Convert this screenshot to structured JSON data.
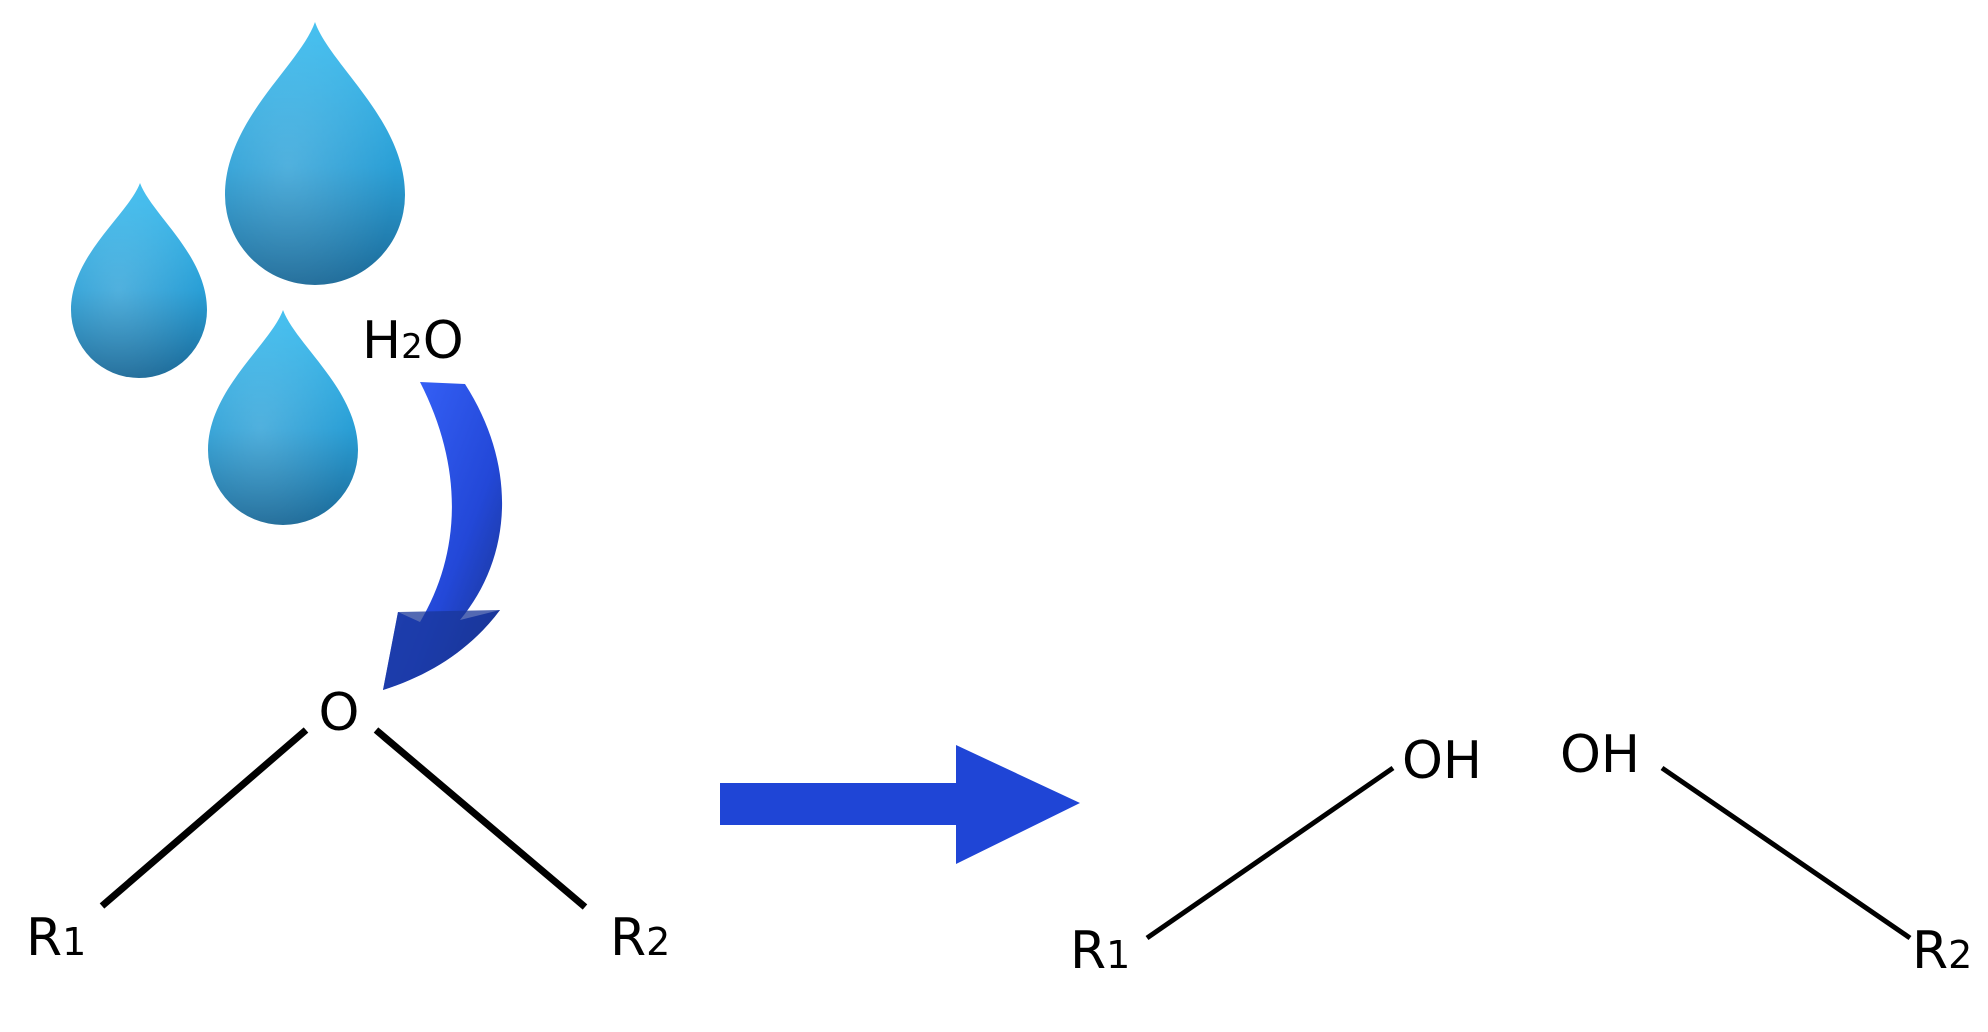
{
  "reagent": {
    "formula_main_1": "H",
    "formula_sub": "2",
    "formula_main_2": "O"
  },
  "reactant": {
    "oxygen": "O",
    "r1_letter": "R",
    "r1_index": "1",
    "r2_letter": "R",
    "r2_index": "2"
  },
  "product": {
    "oh_left": "OH",
    "oh_right": "OH",
    "r1_letter": "R",
    "r1_index": "1",
    "r2_letter": "R",
    "r2_index": "2"
  },
  "colors": {
    "water_drop_light": "#3bb4ea",
    "water_drop_dark": "#1f6f9c",
    "arrow_blue": "#1f45d6",
    "curved_arrow_light": "#2f5cf2",
    "curved_arrow_dark": "#1a3799",
    "bond": "#000000"
  },
  "icons": {
    "drops": "water-drop-icon",
    "curved_arrow": "curved-arrow-icon",
    "reaction_arrow": "reaction-arrow-icon"
  }
}
